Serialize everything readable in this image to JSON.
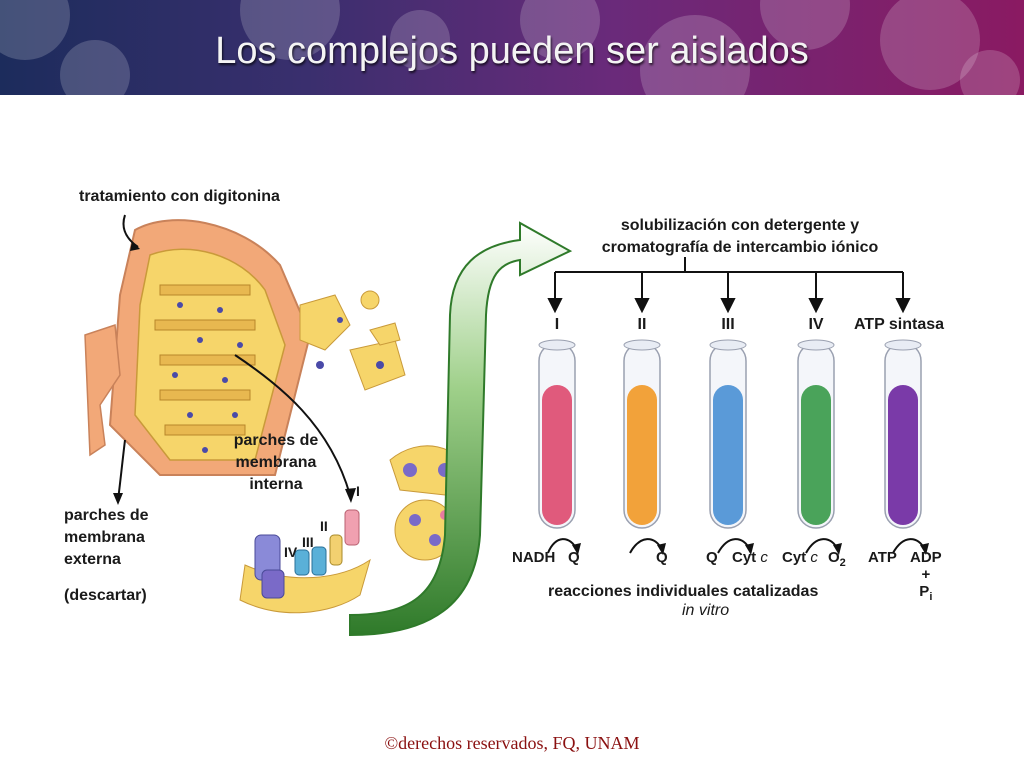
{
  "slide": {
    "title": "Los complejos pueden ser aislados",
    "footer": "©derechos reservados, FQ, UNAM"
  },
  "diagram": {
    "step1_label": "tratamiento con digitonina",
    "outer_membrane_label": [
      "parches de",
      "membrana",
      "externa"
    ],
    "discard_label": "(descartar)",
    "inner_membrane_label": [
      "parches de",
      "membrana",
      "interna"
    ],
    "complex_markers": [
      "I",
      "II",
      "III",
      "IV"
    ],
    "step2_label": [
      "solubilización con detergente y",
      "cromatografía de intercambio iónico"
    ],
    "tubes": [
      {
        "label": "I",
        "color": "#e05a7c",
        "reaction_left": "NADH",
        "reaction_right": "Q"
      },
      {
        "label": "II",
        "color": "#f2a23a",
        "reaction_left": "",
        "reaction_right": "Q"
      },
      {
        "label": "III",
        "color": "#5a9ad8",
        "reaction_left": "Q",
        "reaction_right": "Cyt c"
      },
      {
        "label": "IV",
        "color": "#4aa35a",
        "reaction_left": "Cyt c",
        "reaction_right": "O2"
      },
      {
        "label": "ATP sintasa",
        "color": "#7a3aa8",
        "reaction_left": "ATP",
        "reaction_right": "ADP + Pi"
      }
    ],
    "reactions_label": "reacciones individuales catalizadas",
    "in_vitro_label": "in vitro"
  },
  "colors": {
    "arrow_green": "#4a9a3a",
    "membrane_orange": "#f2a878",
    "footer_red": "#8a1010"
  }
}
